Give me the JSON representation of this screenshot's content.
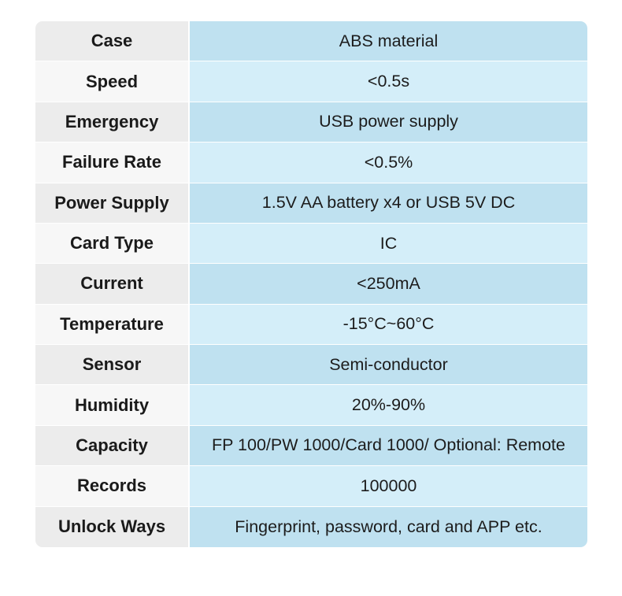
{
  "specs": [
    {
      "label": "Case",
      "value": "ABS material"
    },
    {
      "label": "Speed",
      "value": "<0.5s"
    },
    {
      "label": "Emergency",
      "value": "USB power supply"
    },
    {
      "label": "Failure Rate",
      "value": "<0.5%"
    },
    {
      "label": "Power Supply",
      "value": "1.5V AA battery x4 or USB 5V DC"
    },
    {
      "label": "Card Type",
      "value": "IC"
    },
    {
      "label": "Current",
      "value": "<250mA"
    },
    {
      "label": "Temperature",
      "value": "-15°C~60°C"
    },
    {
      "label": "Sensor",
      "value": "Semi-conductor"
    },
    {
      "label": "Humidity",
      "value": "20%-90%"
    },
    {
      "label": "Capacity",
      "value": "FP 100/PW 1000/Card 1000/ Optional: Remote"
    },
    {
      "label": "Records",
      "value": "100000"
    },
    {
      "label": "Unlock Ways",
      "value": "Fingerprint, password, card and APP etc."
    }
  ],
  "colors": {
    "label_bg_odd": "#ececec",
    "label_bg_even": "#f7f7f7",
    "value_bg_odd": "#bfe1f0",
    "value_bg_even": "#d4eef9"
  }
}
